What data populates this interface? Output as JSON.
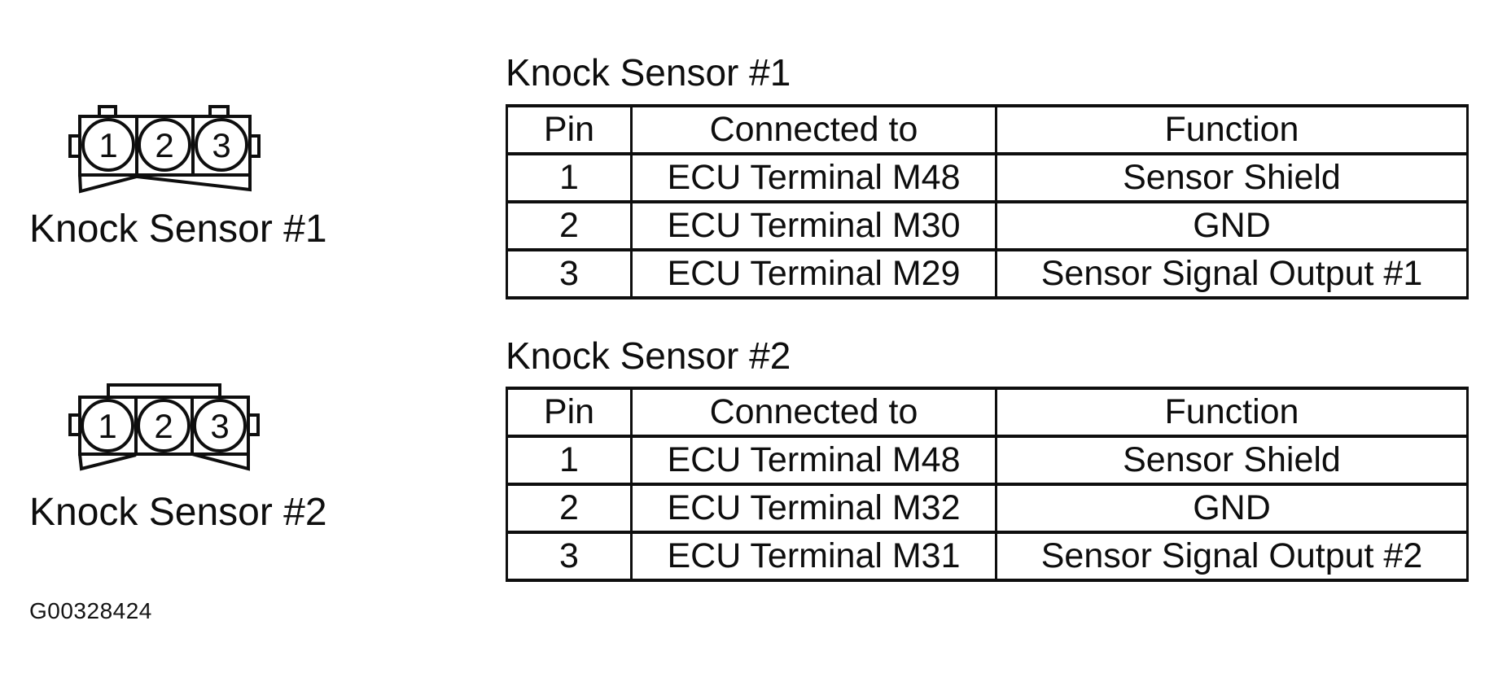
{
  "document": {
    "background": "#ffffff",
    "ink_color": "#0e0e0e",
    "figure_code": "G00328424"
  },
  "connectors": [
    {
      "label": "Knock Sensor #1",
      "pins": [
        "1",
        "2",
        "3"
      ]
    },
    {
      "label": "Knock Sensor #2",
      "pins": [
        "1",
        "2",
        "3"
      ]
    }
  ],
  "tables": [
    {
      "title": "Knock Sensor #1",
      "columns": [
        "Pin",
        "Connected to",
        "Function"
      ],
      "rows": [
        [
          "1",
          "ECU Terminal M48",
          "Sensor Shield"
        ],
        [
          "2",
          "ECU Terminal M30",
          "GND"
        ],
        [
          "3",
          "ECU Terminal M29",
          "Sensor Signal Output #1"
        ]
      ]
    },
    {
      "title": "Knock Sensor #2",
      "columns": [
        "Pin",
        "Connected to",
        "Function"
      ],
      "rows": [
        [
          "1",
          "ECU Terminal M48",
          "Sensor Shield"
        ],
        [
          "2",
          "ECU Terminal M32",
          "GND"
        ],
        [
          "3",
          "ECU Terminal M31",
          "Sensor Signal Output #2"
        ]
      ]
    }
  ]
}
